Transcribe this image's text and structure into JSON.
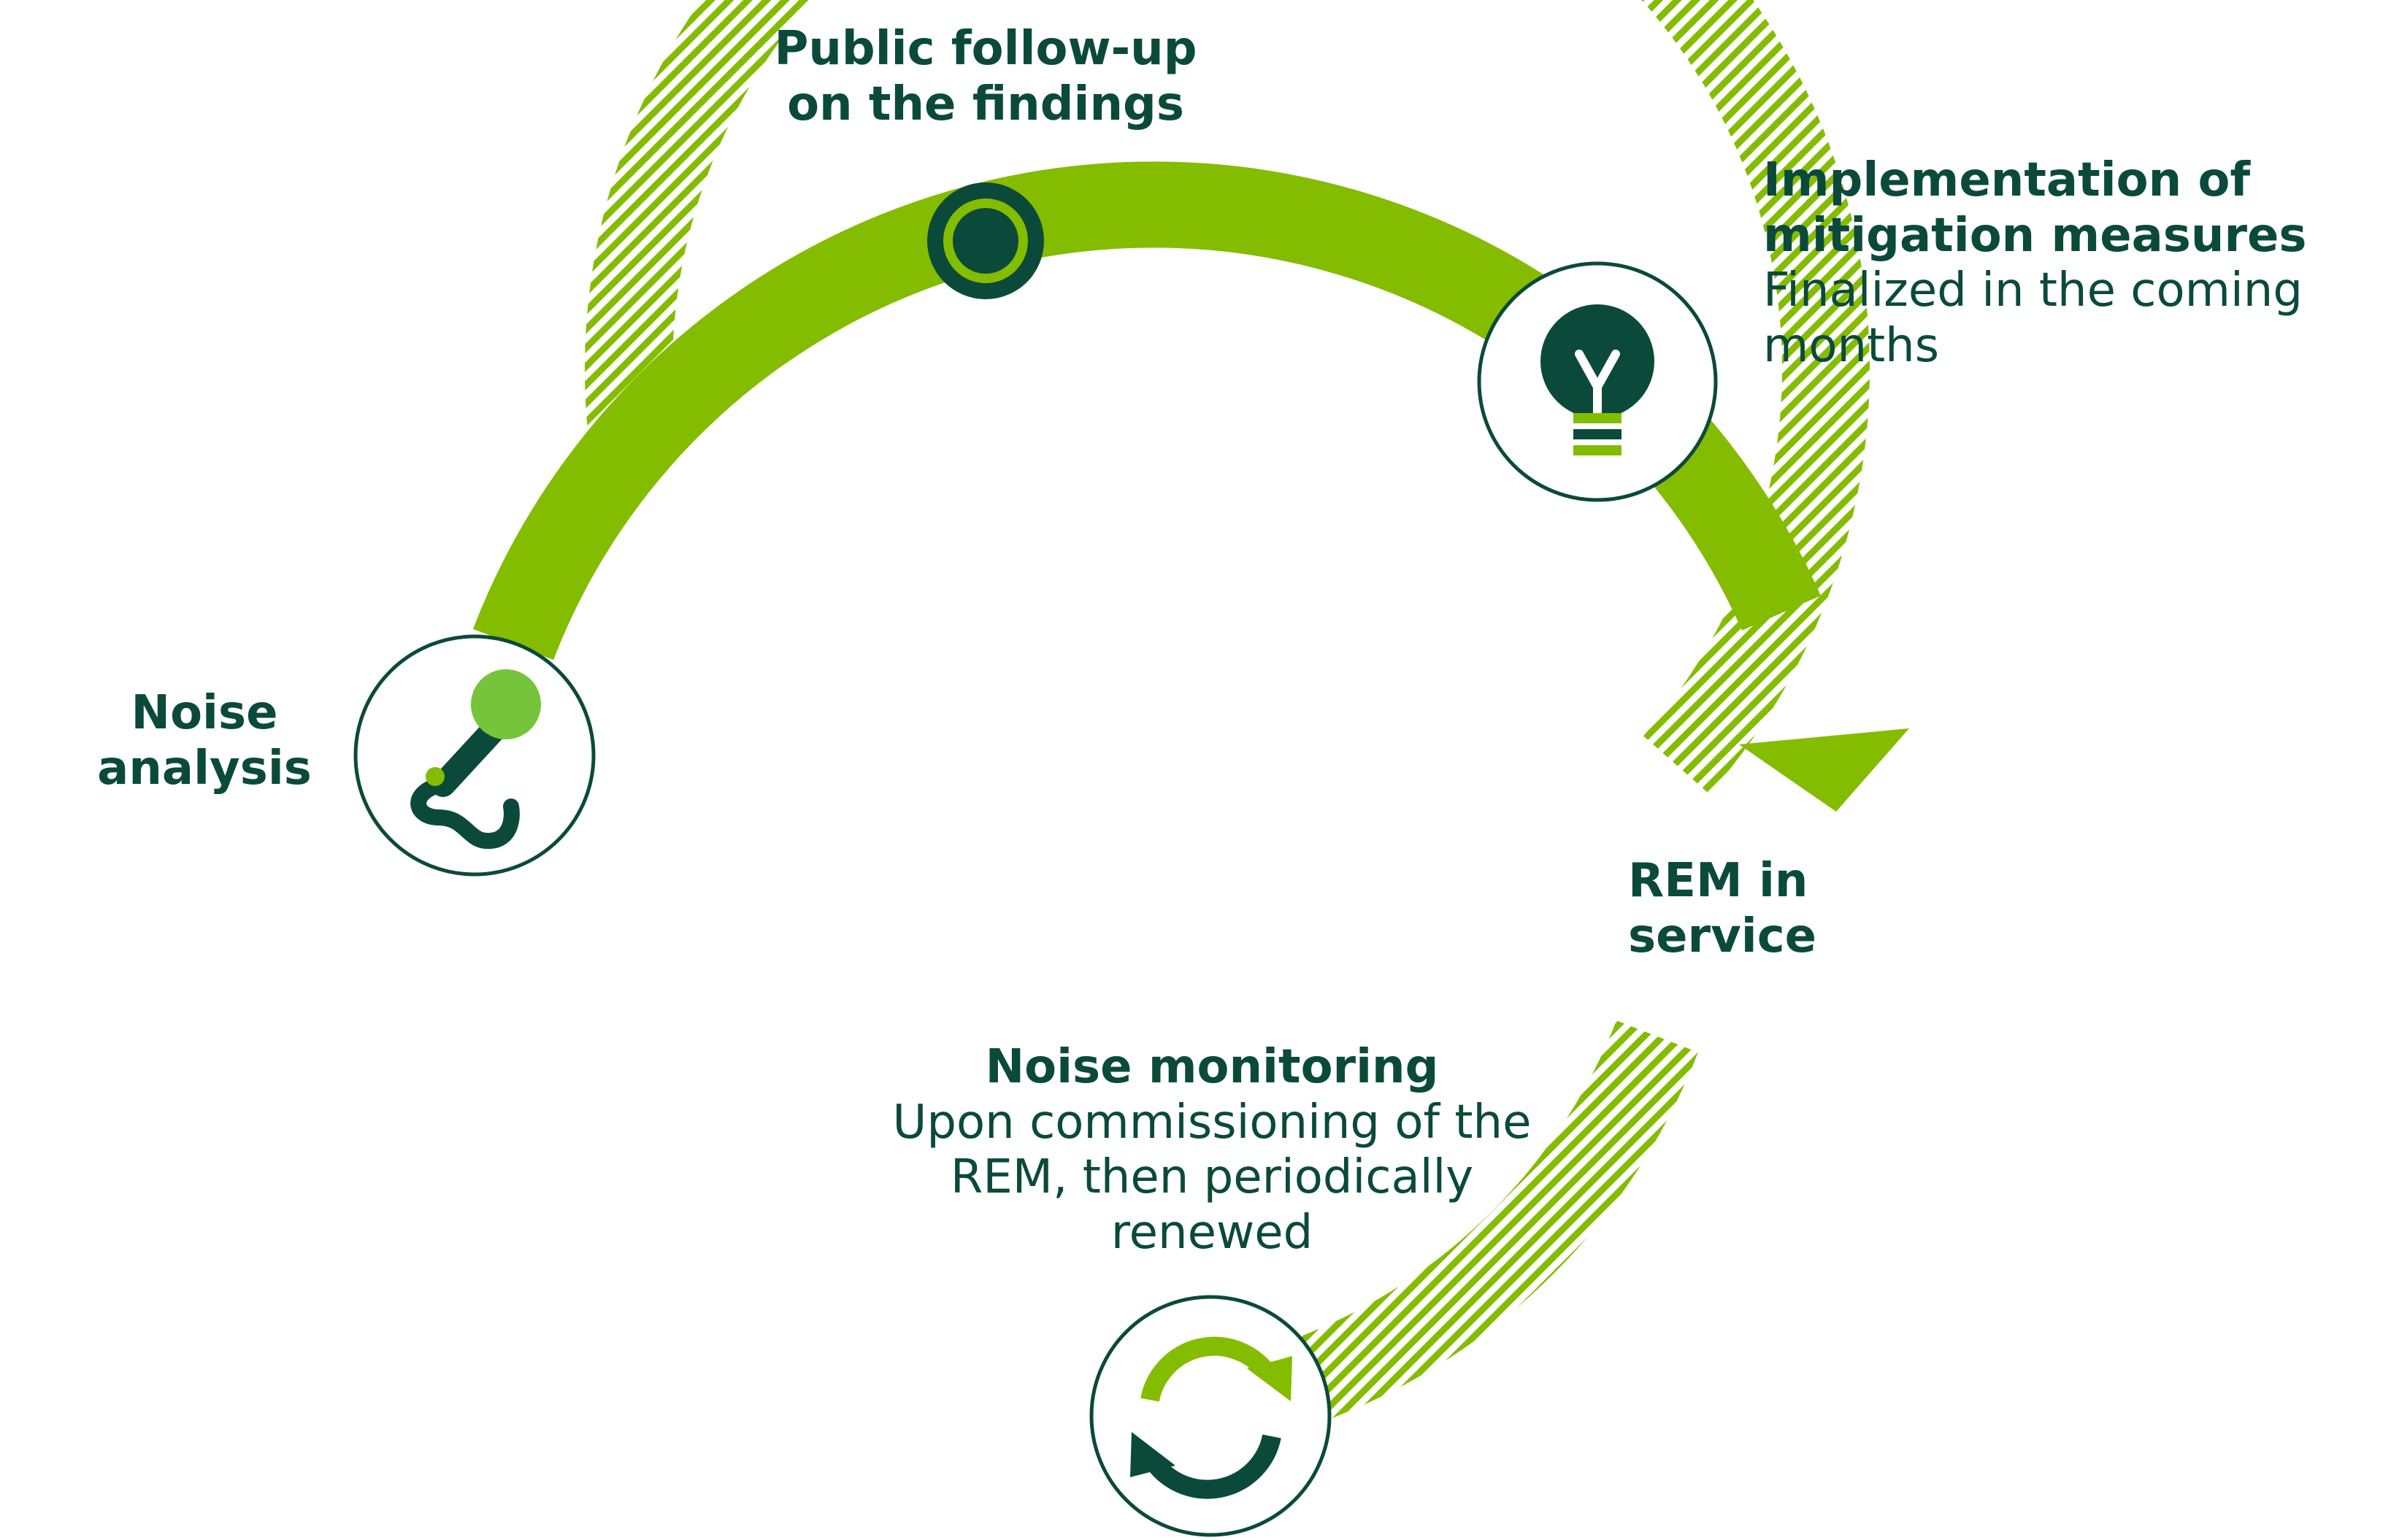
{
  "colors": {
    "dark_green": "#0b4a3b",
    "light_green": "#84bc00",
    "mic_green": "#76c43a",
    "white": "#ffffff"
  },
  "steps": {
    "public_followup": {
      "title_line1": "Public follow-up",
      "title_line2": "on the findings",
      "icon": "target-icon"
    },
    "implementation": {
      "title_line1": "Implementation of",
      "title_line2": "mitigation measures",
      "desc_line1": "Finalized in the coming",
      "desc_line2": "months",
      "icon": "lightbulb-icon"
    },
    "rem_in_service": {
      "title_line1": "REM in",
      "title_line2": "service"
    },
    "noise_monitoring": {
      "title": "Noise monitoring",
      "desc_line1": "Upon commissioning of the",
      "desc_line2": "REM, then periodically",
      "desc_line3": "renewed",
      "icon": "refresh-icon"
    },
    "noise_analysis": {
      "title_line1": "Noise",
      "title_line2": "analysis",
      "icon": "microphone-icon"
    }
  }
}
